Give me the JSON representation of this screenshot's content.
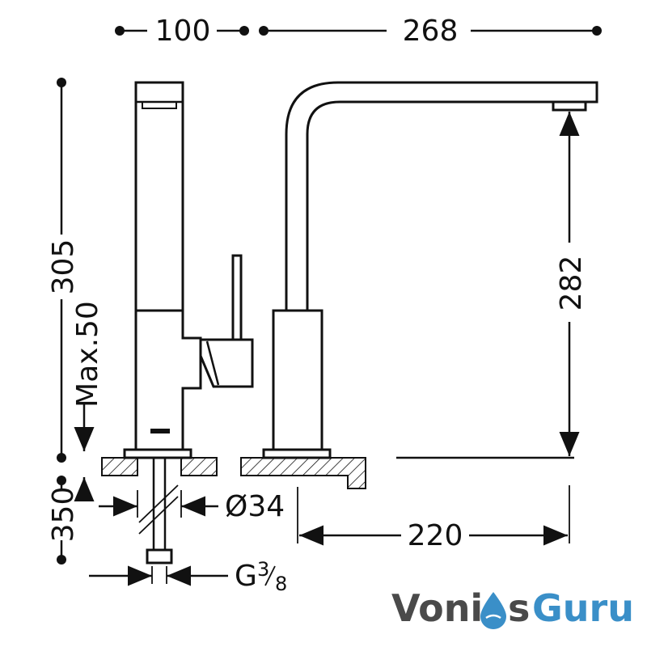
{
  "dimensions": {
    "base_width": "100",
    "spout_reach": "268",
    "total_height": "305",
    "max_deck_thickness": "Max.50",
    "outlet_height": "282",
    "hose_length": "350",
    "hole_diameter": "Ø34",
    "spout_to_wall": "220",
    "connection_main": "G",
    "connection_num": "3",
    "connection_den": "8"
  },
  "watermark": {
    "part1": "Voni",
    "part2": "s",
    "part3": "Guru"
  },
  "colors": {
    "line": "#111111",
    "logo_text": "#4a4a4a",
    "logo_accent": "#3a8fc8"
  }
}
